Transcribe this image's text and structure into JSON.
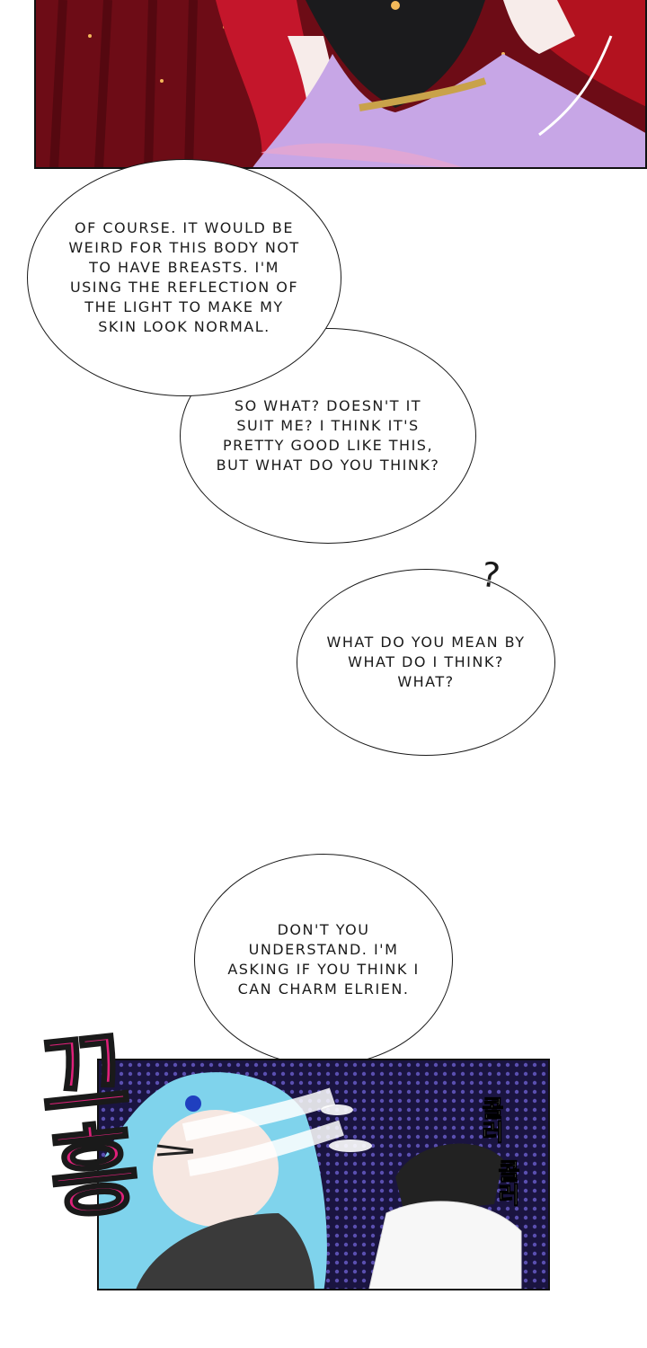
{
  "bubbles": {
    "b1": "OF COURSE. IT WOULD BE WEIRD FOR THIS BODY NOT TO HAVE BREASTS. I'M USING THE REFLECTION OF THE LIGHT TO MAKE MY SKIN LOOK NORMAL.",
    "b2": "SO WHAT? DOESN'T IT SUIT ME? I THINK IT'S PRETTY GOOD LIKE THIS, BUT WHAT DO YOU THINK?",
    "b3": "WHAT DO YOU MEAN BY WHAT DO I THINK? WHAT?",
    "b3_mark": "?",
    "b4": "DON'T YOU UNDERSTAND. I'M ASKING IF YOU THINK I CAN CHARM ELRIEN."
  },
  "sfx": {
    "cough_1": "콜러",
    "cough_2": "콜러",
    "big": "끄흥"
  },
  "colors": {
    "curtain": "#7a0f1a",
    "dress": "#c7a6e6",
    "hair_red": "#c4162b",
    "hair_blue": "#7fd3ec",
    "dots_bg": "#1a1440",
    "sfx_pink": "#e0207a"
  }
}
